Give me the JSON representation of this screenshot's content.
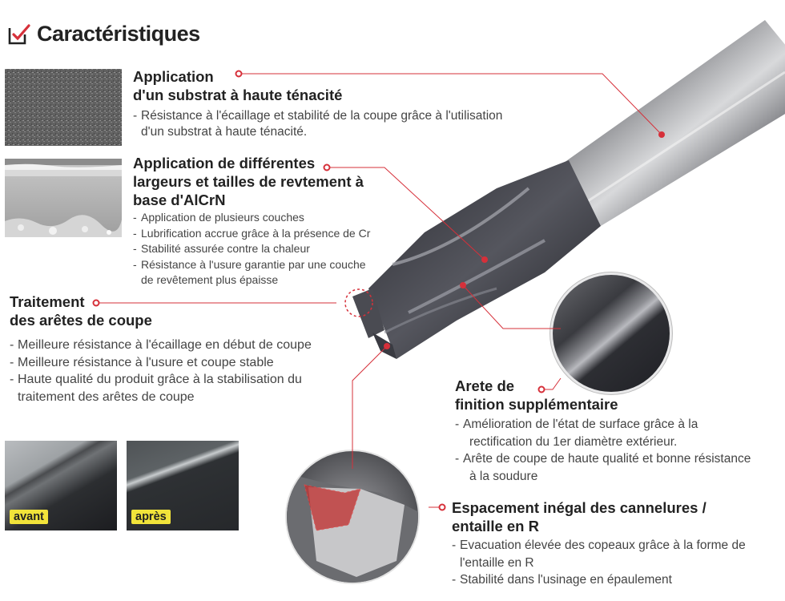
{
  "header": {
    "title": "Caractéristiques"
  },
  "features": {
    "substrat": {
      "title_line1": "Application",
      "title_line2": "d'un substrat à haute ténacité",
      "items": [
        "Résistance à l'écaillage et stabilité de la coupe grâce à l'utilisation",
        "d'un substrat à haute ténacité."
      ]
    },
    "revetement": {
      "title_line1": "Application de différentes",
      "title_line2": "largeurs et tailles de revtement à",
      "title_line3": "base d'AlCrN",
      "items": [
        "Application de plusieurs couches",
        "Lubrification accrue grâce à la présence de Cr",
        "Stabilité assurée contre la chaleur",
        "Résistance à l'usure garantie par une couche",
        "de revêtement plus épaisse"
      ]
    },
    "traitement": {
      "title_line1": "Traitement",
      "title_line2": "des arêtes de coupe",
      "items": [
        "Meilleure résistance à l'écaillage en début de coupe",
        "Meilleure résistance à l'usure et coupe stable",
        "Haute qualité du produit grâce à la stabilisation du",
        "traitement des arêtes de coupe"
      ]
    },
    "arete": {
      "title_line1": "Arete de",
      "title_line2": "finition supplémentaire",
      "items": [
        "Amélioration de l'état de surface grâce à la",
        "rectification du 1er diamètre extérieur.",
        "Arête de coupe de haute qualité et bonne résistance",
        "à la soudure"
      ]
    },
    "espacement": {
      "title_line1": "Espacement inégal des cannelures /",
      "title_line2": "entaille en R",
      "items": [
        "Evacuation élevée des copeaux grâce à la forme de",
        "l'entaille en R",
        "Stabilité dans l'usinage en épaulement"
      ]
    }
  },
  "comparison": {
    "before_label": "avant",
    "after_label": "après"
  },
  "colors": {
    "accent": "#d6303a",
    "tag": "#f1e33a",
    "text": "#2b2b2b"
  },
  "icons": {
    "title": "checkbox-pencil-icon"
  }
}
